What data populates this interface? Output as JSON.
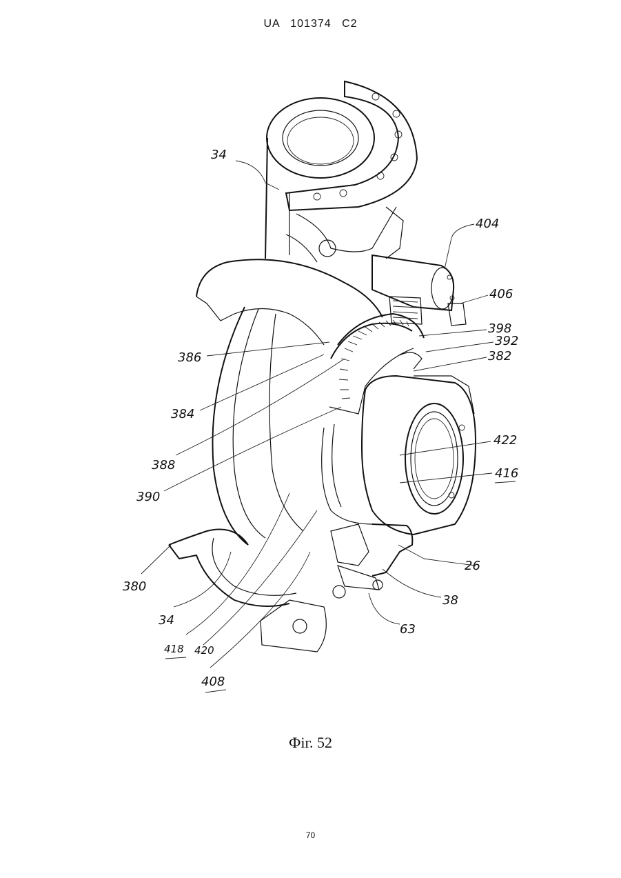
{
  "header": {
    "doc_id": "UA   101374   C2"
  },
  "figure": {
    "caption": "Фiг. 52",
    "labels": {
      "l34_top": "34",
      "l404": "404",
      "l406": "406",
      "l398": "398",
      "l392": "392",
      "l382": "382",
      "l386": "386",
      "l384": "384",
      "l388": "388",
      "l390": "390",
      "l422": "422",
      "l416": "416",
      "l26": "26",
      "l38": "38",
      "l63": "63",
      "l380": "380",
      "l34_bottom": "34",
      "l418": "418",
      "l420": "420",
      "l408": "408"
    }
  },
  "footer": {
    "page_number": "70"
  }
}
